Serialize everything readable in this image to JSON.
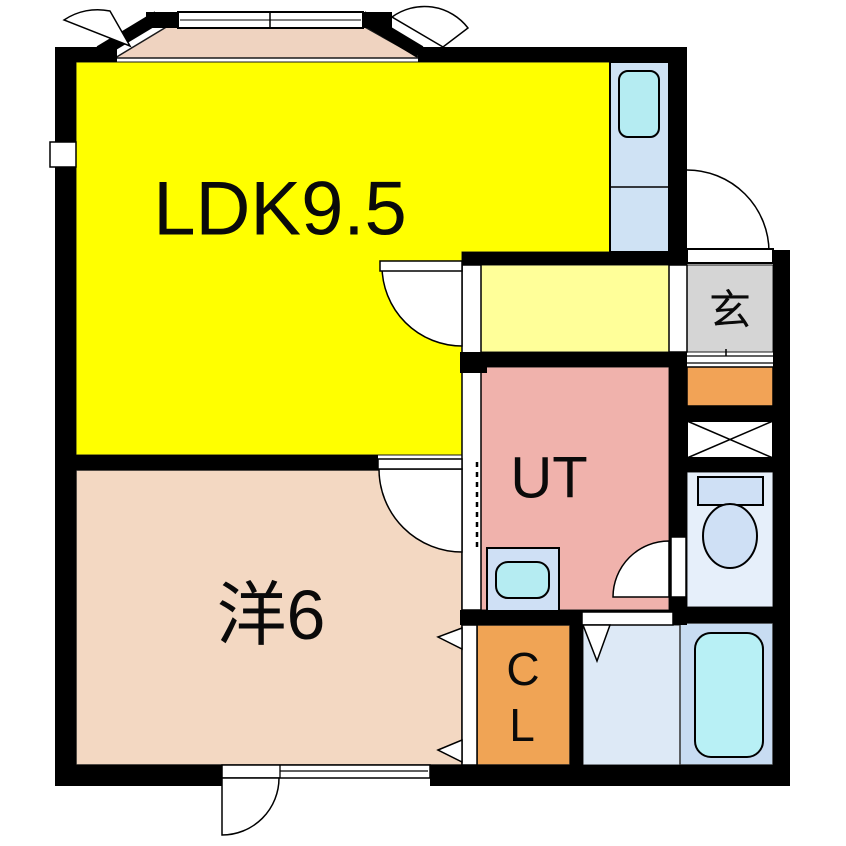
{
  "document": {
    "type": "apartment-floorplan",
    "background": "#ffffff"
  },
  "labels": {
    "ldk": "LDK9.5",
    "western_room": "洋6",
    "utility": "UT",
    "closet_line1": "C",
    "closet_line2": "L",
    "entrance": "玄"
  },
  "colors": {
    "wall": "#000000",
    "ldk": "#ffff00",
    "hallway": "#ffff99",
    "western_room": "#f3d8c2",
    "bay_floor": "#efd3c0",
    "utility": "#f0b2ac",
    "closet": "#f0a455",
    "shoe_cabinet": "#f2a356",
    "entrance": "#d5d5d5",
    "kitchen_counter": "#cfe2f4",
    "sink": "#b5ecf2",
    "fixture": "#cfe0f5",
    "toilet_room": "#e6effa",
    "bath_floor": "#dde9f6",
    "tub_zone": "#c8dcf2",
    "bathtub": "#b8f0f5",
    "door": "#ffffff"
  }
}
